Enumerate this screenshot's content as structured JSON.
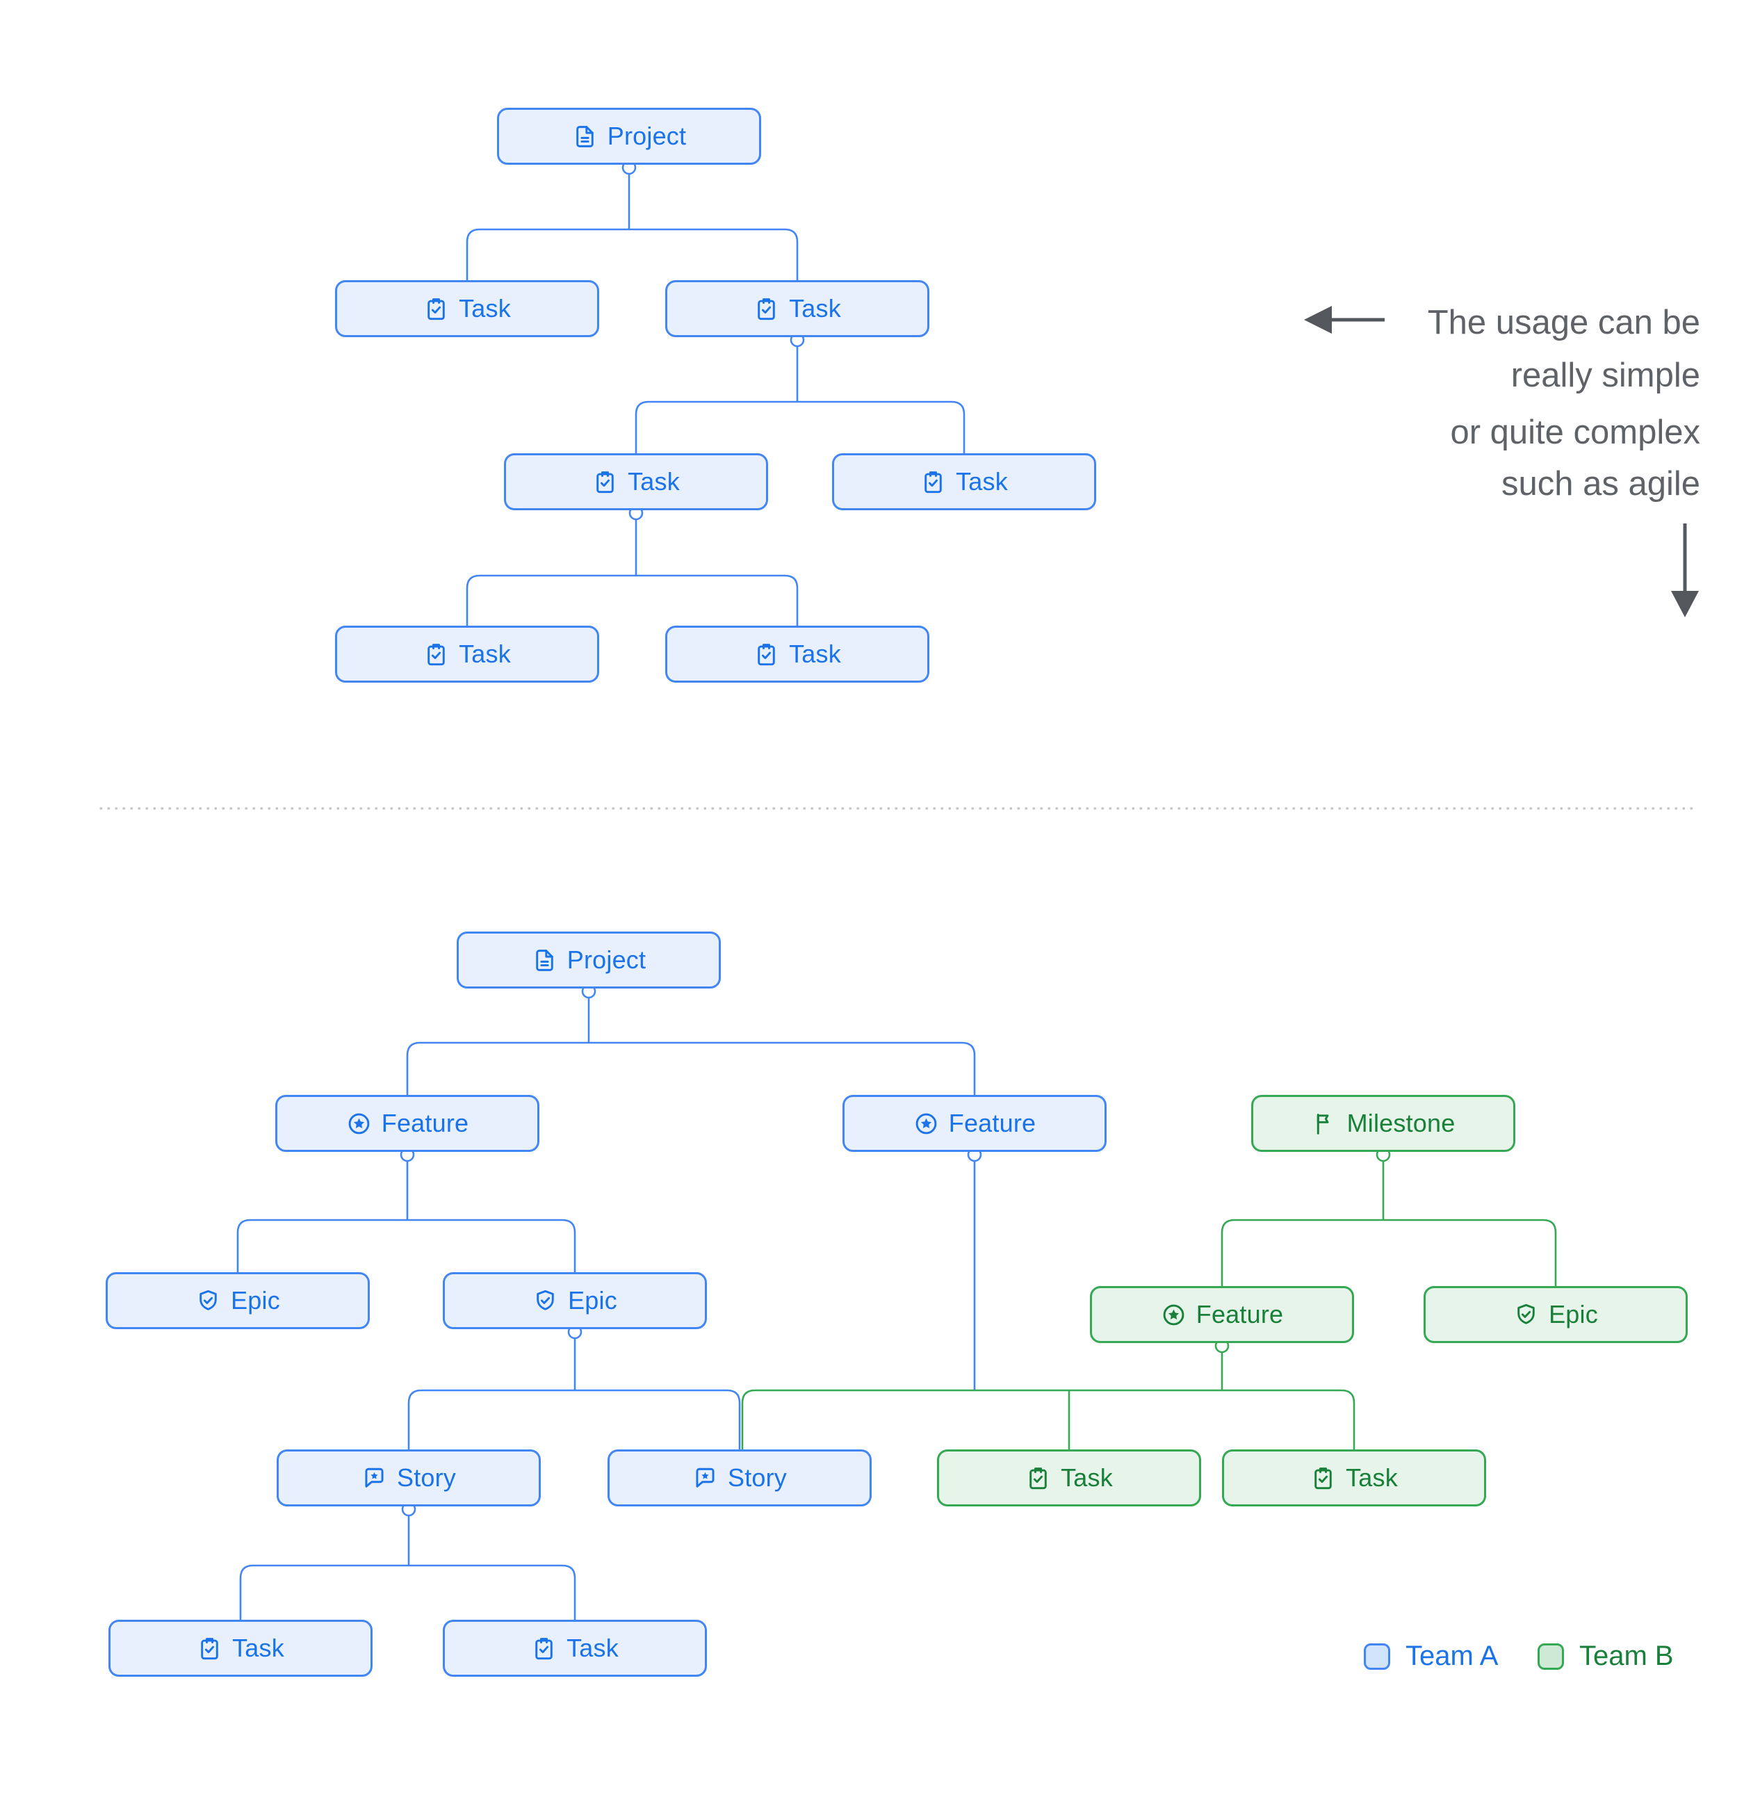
{
  "palette": {
    "team_a_border": "#4285f4",
    "team_a_fill": "#e8f0fe",
    "team_a_text": "#1a73e8",
    "team_b_border": "#34a853",
    "team_b_fill": "#e6f4ea",
    "team_b_text": "#188038",
    "legend_a_fill": "#d2e3fc",
    "legend_b_fill": "#ceead6",
    "annotation_text": "#5f6368",
    "arrow": "#54585d",
    "divider": "#c4c7c5"
  },
  "labels": {
    "project": "Project",
    "task": "Task",
    "feature": "Feature",
    "epic": "Epic",
    "story": "Story",
    "milestone": "Milestone"
  },
  "icons": {
    "project": "document-icon",
    "task": "clipboard-check-icon",
    "feature": "star-circle-icon",
    "epic": "shield-check-icon",
    "story": "speech-bubble-star-icon",
    "milestone": "flag-icon",
    "annotation_simple": "arrow-left-icon",
    "annotation_complex": "arrow-down-icon"
  },
  "annotation": {
    "line1": "The usage can be",
    "line2": "really simple",
    "line3": "or quite complex",
    "line4": "such as agile"
  },
  "legend": {
    "team_a": {
      "label": "Team A"
    },
    "team_b": {
      "label": "Team B"
    }
  }
}
